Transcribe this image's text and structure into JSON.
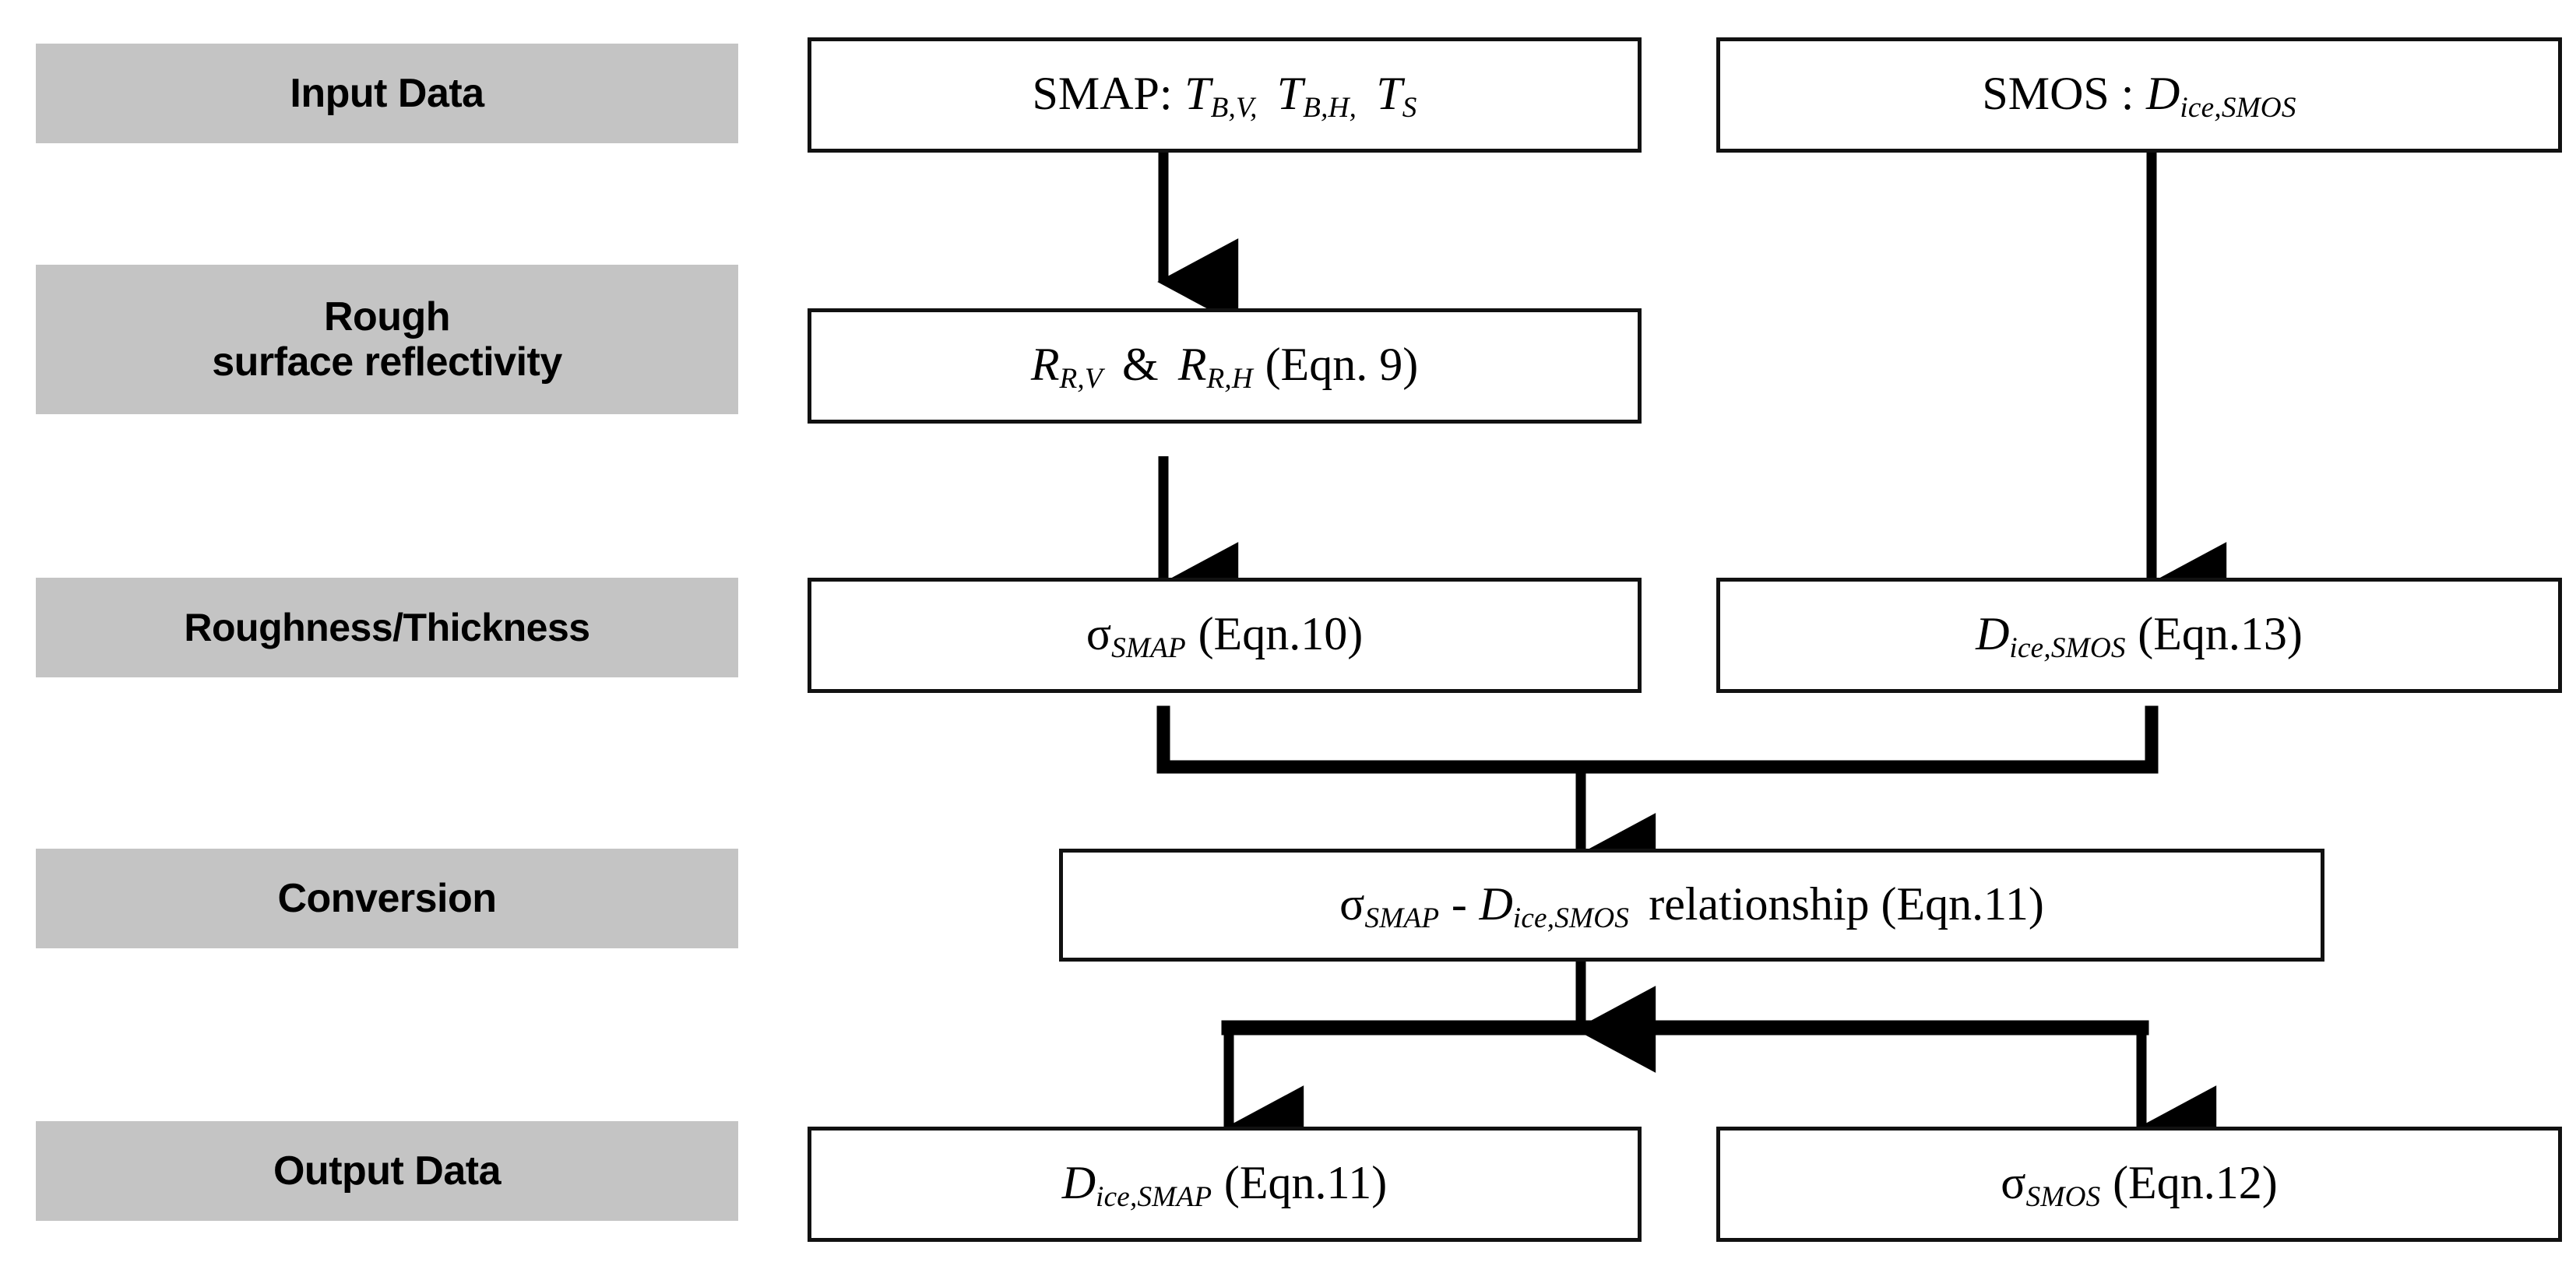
{
  "diagram": {
    "title": "SMAP / SMOS sea ice thickness and roughness retrieval flowchart",
    "colors": {
      "stage_label_bg": "#c4c4c4",
      "box_border": "#111111",
      "box_bg": "#ffffff",
      "connector": "#000000",
      "page_bg": "#ffffff"
    },
    "stages": [
      {
        "id": "input-data",
        "label_line1": "Input Data",
        "label_line2": ""
      },
      {
        "id": "rough-surface",
        "label_line1": "Rough",
        "label_line2": "surface reflectivity"
      },
      {
        "id": "roughness-thickness",
        "label_line1": "Roughness/Thickness",
        "label_line2": ""
      },
      {
        "id": "conversion",
        "label_line1": "Conversion",
        "label_line2": ""
      },
      {
        "id": "output-data",
        "label_line1": "Output Data",
        "label_line2": ""
      }
    ],
    "nodes": {
      "smap_input": {
        "plain": "SMAP: T_B,V,  T_B,H,  T_S",
        "parts": {
          "lead": "SMAP:",
          "v1": "T",
          "v1sub": "B,V,",
          "v2": "T",
          "v2sub": "B,H,",
          "v3": "T",
          "v3sub": "S"
        }
      },
      "smos_input": {
        "plain": "SMOS : D_ice,SMOS",
        "parts": {
          "lead": "SMOS :",
          "v1": "D",
          "v1sub": "ice,SMOS"
        }
      },
      "reflectivity": {
        "plain": "R_R,V & R_R,H (Eqn. 9)",
        "parts": {
          "v1": "R",
          "v1sub": "R,V",
          "amp": "&",
          "v2": "R",
          "v2sub": "R,H",
          "eqn": "(Eqn. 9)"
        }
      },
      "sigma_smap": {
        "plain": "σ_SMAP (Eqn.10)",
        "parts": {
          "sym": "σ",
          "sub": "SMAP",
          "eqn": "(Eqn.10)"
        }
      },
      "dice_smos": {
        "plain": "D_ice,SMOS (Eqn.13)",
        "parts": {
          "sym": "D",
          "sub": "ice,SMOS",
          "eqn": "(Eqn.13)"
        }
      },
      "relationship": {
        "plain": "σ_SMAP - D_ice,SMOS relationship (Eqn.11)",
        "parts": {
          "sym1": "σ",
          "sub1": "SMAP",
          "dash": "-",
          "sym2": "D",
          "sub2": "ice,SMOS",
          "word": "relationship",
          "eqn": "(Eqn.11)"
        }
      },
      "dice_smap": {
        "plain": "D_ice,SMAP (Eqn.11)",
        "parts": {
          "sym": "D",
          "sub": "ice,SMAP",
          "eqn": "(Eqn.11)"
        }
      },
      "sigma_smos": {
        "plain": "σ_SMOS (Eqn.12)",
        "parts": {
          "sym": "σ",
          "sub": "SMOS",
          "eqn": "(Eqn.12)"
        }
      }
    },
    "connectors": [
      {
        "id": "smap-to-reflectivity",
        "from": "smap_input",
        "to": "reflectivity",
        "kind": "straight-arrow-down"
      },
      {
        "id": "reflectivity-to-sigmasmap",
        "from": "reflectivity",
        "to": "sigma_smap",
        "kind": "straight-arrow-down"
      },
      {
        "id": "smos-to-dicesmos",
        "from": "smos_input",
        "to": "dice_smos",
        "kind": "straight-arrow-down"
      },
      {
        "id": "merge-to-relationship",
        "from": "sigma_smap + dice_smos",
        "to": "relationship",
        "kind": "merge-bar-arrow-down"
      },
      {
        "id": "split-to-outputs",
        "from": "relationship",
        "to": "dice_smap + sigma_smos",
        "kind": "split-bar-two-arrows-down"
      }
    ]
  }
}
